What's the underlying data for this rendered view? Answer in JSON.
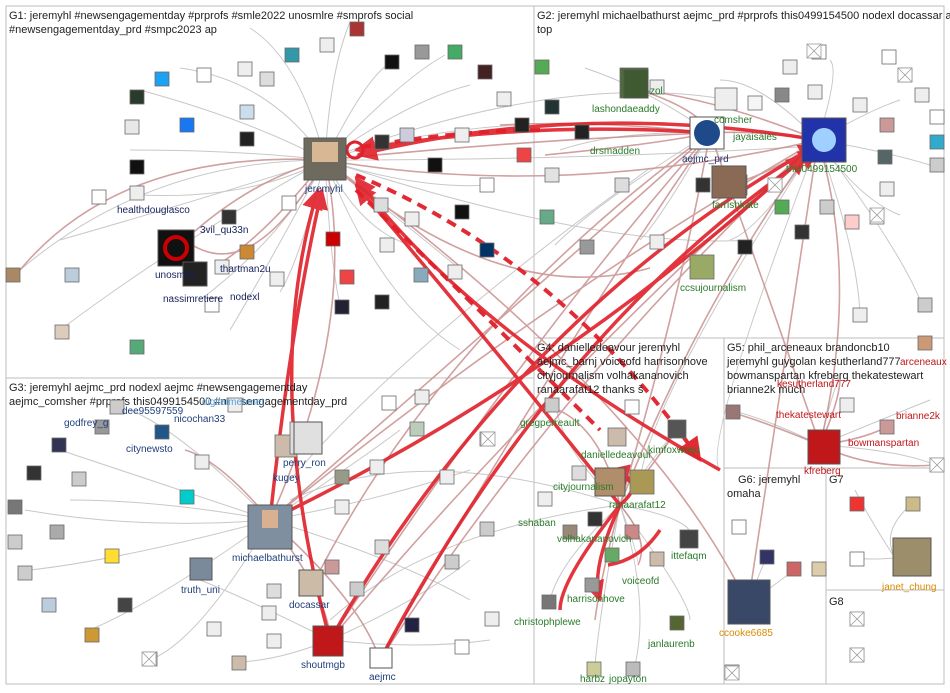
{
  "groups": [
    {
      "id": "G1",
      "title_lines": [
        "G1: jeremyhl #newsengagementday #prprofs #smle2022 unosmlre #smprofs social",
        "#newsengagementday_prd #smpc2023 ap"
      ]
    },
    {
      "id": "G2",
      "title_lines": [
        "G2: jeremyhl michaelbathurst aejmc_prd #prprofs this0499154500 nodexl docassar aejmc #aejmc",
        "top"
      ]
    },
    {
      "id": "G3",
      "title_lines": [
        "G3: jeremyhl aejmc_prd nodexl aejmc #newsengagementday",
        "aejmc_comsher #prprofs this0499154500 #newsengagementday_prd",
        "lashondaeaddy"
      ]
    },
    {
      "id": "G4",
      "title_lines": [
        "G4: danielledeavour jeremyhl",
        "aejmc_barnj voiceofd harrisonhove",
        "cityjournalism volhakananovich",
        "ranaarafat12 thanks š"
      ]
    },
    {
      "id": "G5",
      "title_lines": [
        "G5: phil_arceneaux brandoncb10",
        "jeremyhl guygolan kesutherland777",
        "bowmanspartan kfreberg thekatestewart",
        "brianne2k much"
      ]
    },
    {
      "id": "G6",
      "title_lines": [
        "G6: jeremyhl",
        "omaha"
      ]
    },
    {
      "id": "G7",
      "title_lines": [
        "G7"
      ]
    },
    {
      "id": "G8",
      "title_lines": [
        "G8"
      ]
    }
  ],
  "labels": {
    "jeremyhl": "jeremyhl",
    "healthdouglasco": "healthdouglasco",
    "3vil_qu33n": "3vil_qu33n",
    "unosmlre": "unosmlre",
    "thartman2u": "thartman2u",
    "nassimretiere": "nassimretiere",
    "nodexl": "nodexl",
    "lashondaeaddy": "lashondaeaddy",
    "zol": "zol",
    "drsmadden": "drsmadden",
    "aejmc_prd": "aejmc_prd",
    "comsher": "comsher",
    "jayaisales": "jayaisales",
    "this0499154500": "this0499154500",
    "farrishkate": "farrishkate",
    "ccsujournalism": "ccsujournalism",
    "dee95597559": "dee95597559",
    "digitalmehmet": "digitalmehmet",
    "godfrey_g": "godfrey_g",
    "nicochan33": "nicochan33",
    "citynewsto": "citynewsto",
    "perry_ron": "perry_ron",
    "kugey": "kugey",
    "michaelbathurst": "michaelbathurst",
    "truth_uni": "truth_uni",
    "docassar": "docassar",
    "shoutmgb": "shoutmgb",
    "aejmc": "aejmc",
    "gregperreault": "gregperreault",
    "danielledeavour": "danielledeavour",
    "kimfoxwosu": "kimfoxwosu",
    "cityjournalism": "cityjournalism",
    "ranaarafat12": "ranaarafat12",
    "sshaban": "sshaban",
    "volhakananovich": "volhakananovich",
    "ittefaqm": "ittefaqm",
    "voiceofd": "voiceofd",
    "harrisonhove": "harrisonhove",
    "christophplewe": "christophplewe",
    "janlaurenb": "janlaurenb",
    "harbz": "harbz",
    "jopayton": "jopayton",
    "kesutherland777": "kesutherland777",
    "arceneaux": "arceneaux",
    "thekatestewart": "thekatestewart",
    "brianne2k": "brianne2k",
    "bowmanspartan": "bowmanspartan",
    "kfreberg": "kfreberg",
    "ccooke6685": "ccooke6685",
    "janet_chung": "janet_chung"
  }
}
